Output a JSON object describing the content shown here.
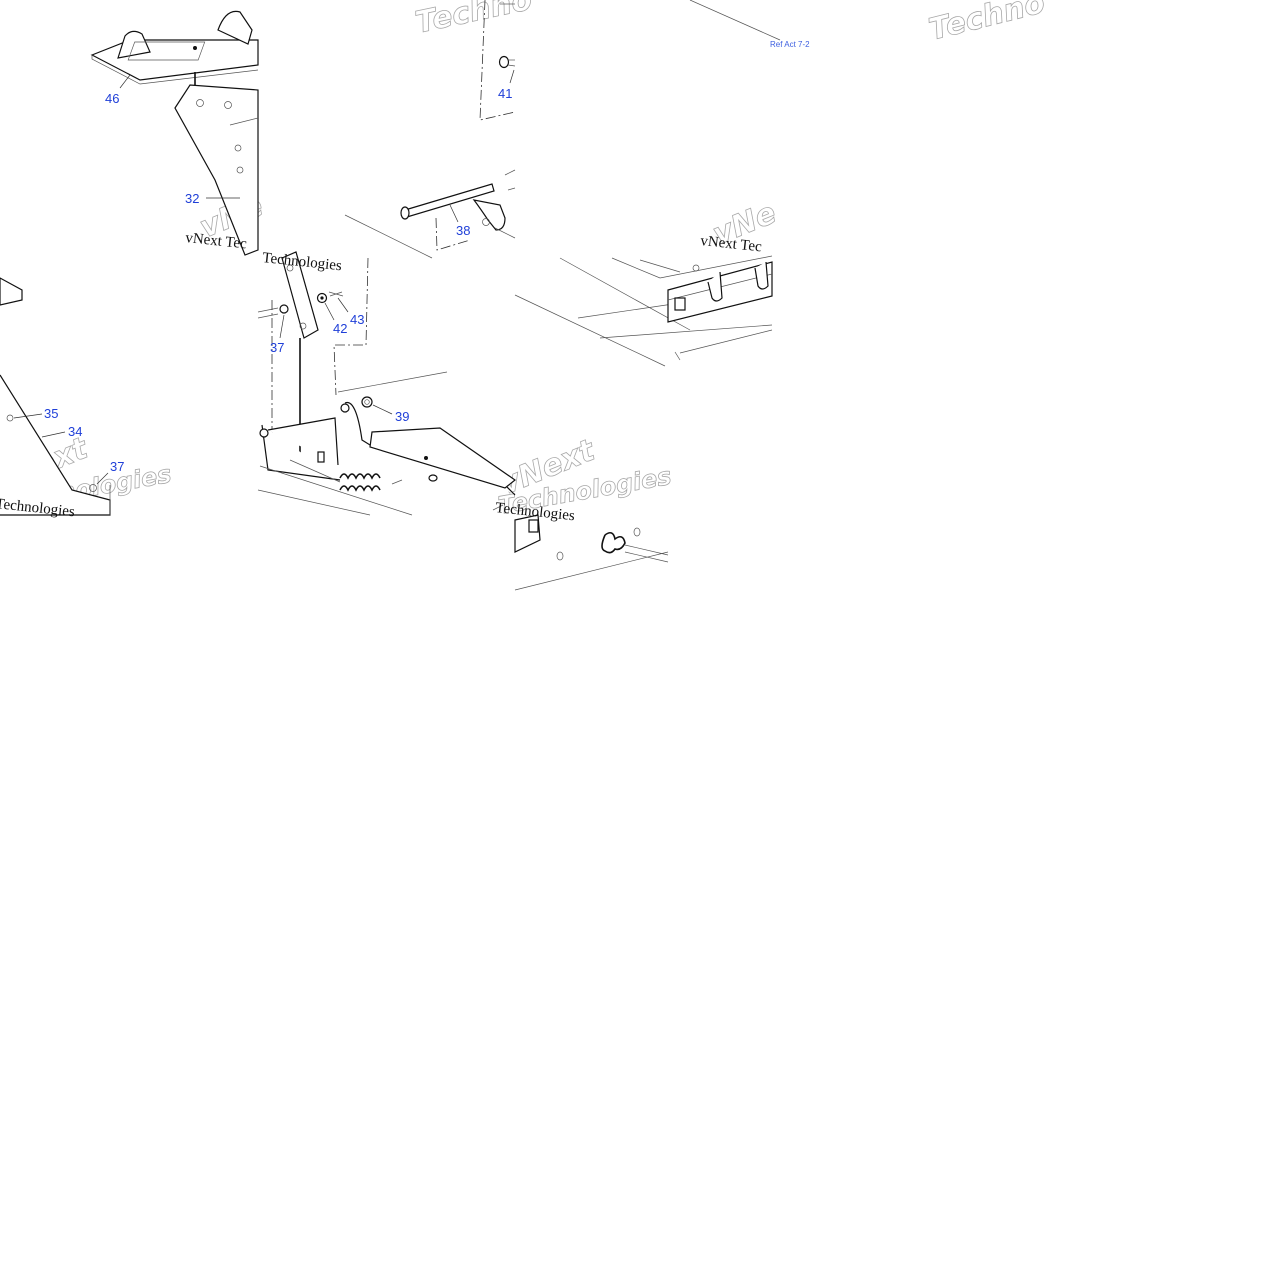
{
  "callouts": {
    "c46": "46",
    "c32": "32",
    "c41": "41",
    "c38": "38",
    "c37a": "37",
    "c42": "42",
    "c43": "43",
    "c35": "35",
    "c34": "34",
    "c37b": "37",
    "c39": "39"
  },
  "reference": "Ref Act 7-2",
  "watermarks": {
    "techno_top_center": "Techno",
    "techno_top_right": "Techno",
    "vnext_left_outline": "vNe",
    "vnext_left_serif": "vNext Tec",
    "technologies_left_serif": "Technologies",
    "vnext_right_outline": "vNe",
    "vnext_right_serif": "vNext Tec",
    "vnext_bottom_left": "vNext",
    "technologies_bottom_left": "Technologies",
    "technologies_bottom_left_serif": "Technologies",
    "vnext_bottom_center": "vNext",
    "technologies_bottom_center": "Technologies",
    "technologies_bottom_center_serif": "Technologies"
  },
  "colors": {
    "callout": "#1f3fd8",
    "line": "#111111",
    "background": "#ffffff"
  }
}
